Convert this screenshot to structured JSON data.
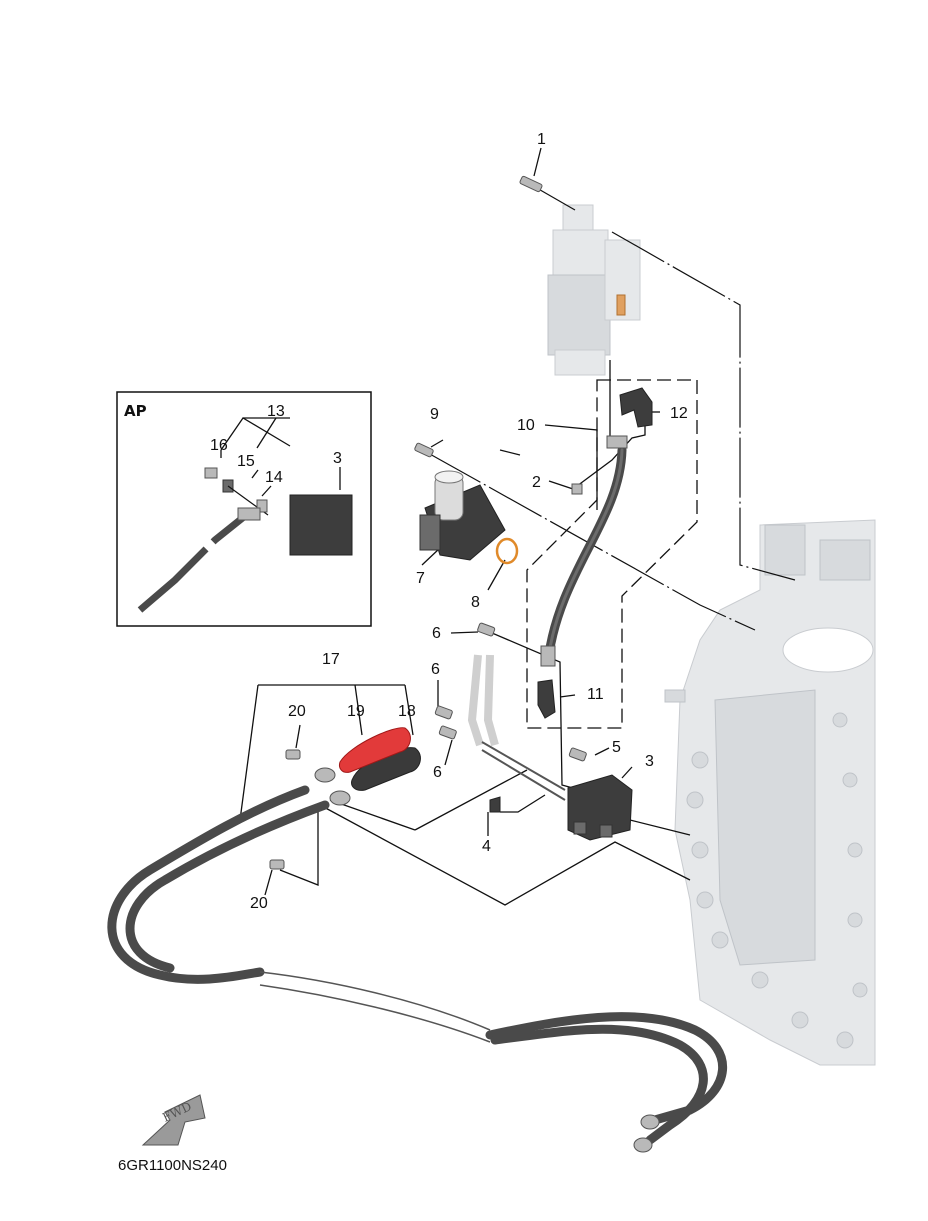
{
  "diagram": {
    "drawing_code": "6GR1100NS240",
    "inset_label": "AP",
    "fwd_label": "FWD",
    "callouts": [
      "1",
      "2",
      "3",
      "4",
      "5",
      "6",
      "6",
      "6",
      "7",
      "8",
      "9",
      "10",
      "11",
      "12",
      "13",
      "14",
      "15",
      "16",
      "17",
      "18",
      "19",
      "20",
      "20",
      "3"
    ],
    "colors": {
      "ink": "#111111",
      "red_cap": "#e23a3a",
      "black_cap": "#3a3a3a",
      "orange_oring": "#e08a2a",
      "ghost_engine": "#e6e8ea"
    },
    "icons": [
      "fwd-arrow-icon"
    ]
  }
}
